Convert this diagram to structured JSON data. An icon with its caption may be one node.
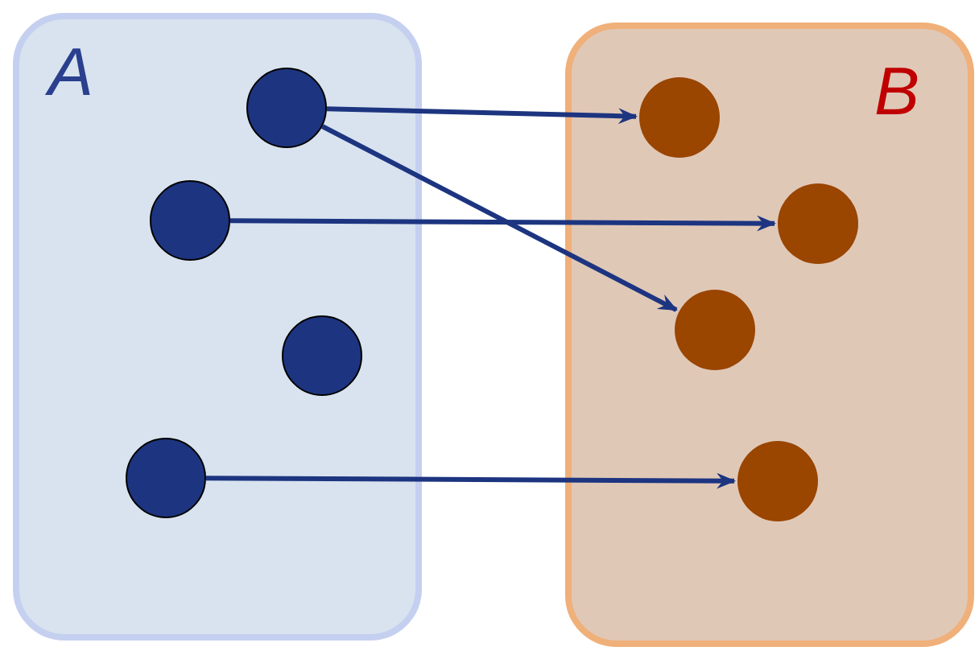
{
  "diagram": {
    "nodes": [
      {
        "text": [
          "A"
        ]
      },
      {
        "text": [
          "B"
        ]
      },
      {
        "text": [],
        "shape": "circle",
        "in": 0
      },
      {
        "text": [],
        "shape": "circle",
        "in": 0
      },
      {
        "text": [],
        "shape": "circle",
        "in": 0
      },
      {
        "text": [],
        "shape": "circle",
        "in": 0
      },
      {
        "text": [],
        "shape": "circle",
        "in": 1
      },
      {
        "text": [],
        "shape": "circle",
        "in": 1
      },
      {
        "text": [],
        "shape": "circle",
        "in": 1
      },
      {
        "text": [],
        "shape": "circle",
        "in": 1
      }
    ],
    "edges": [
      {
        "from": 2,
        "to": 6,
        "arrow": "to"
      },
      {
        "from": 2,
        "to": 8,
        "arrow": "to"
      },
      {
        "from": 3,
        "to": 7,
        "arrow": "to"
      },
      {
        "from": 5,
        "to": 9,
        "arrow": "to"
      }
    ]
  }
}
